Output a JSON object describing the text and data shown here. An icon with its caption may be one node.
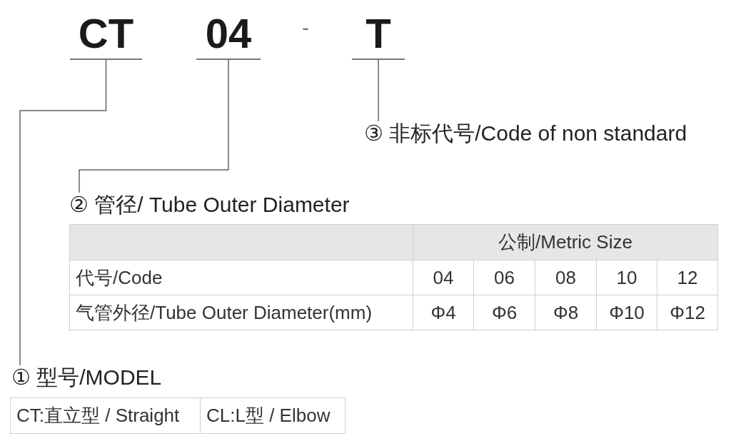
{
  "diagram": {
    "nodes": [
      {
        "text": [
          "CT"
        ]
      },
      {
        "text": [
          "04"
        ]
      },
      {
        "text": [
          "T"
        ]
      },
      {
        "text": [
          "③ 非标代号/Code of non standard"
        ]
      },
      {
        "text": [
          "② 管径/ Tube Outer Diameter"
        ]
      },
      {
        "text": [
          "① 型号/MODEL"
        ]
      }
    ],
    "edges": [
      {
        "from": 0,
        "to": 5,
        "arrow": "none"
      },
      {
        "from": 1,
        "to": 4,
        "arrow": "none"
      },
      {
        "from": 2,
        "to": 3,
        "arrow": "none"
      }
    ],
    "labels": [
      "-",
      "公制/Metric Size",
      "代号/Code",
      "04",
      "06",
      "08",
      "10",
      "12",
      "气管外径/Tube Outer Diameter(mm)",
      "Φ4",
      "Φ6",
      "Φ8",
      "Φ10",
      "Φ12",
      "CT:直立型 / Straight",
      "CL:L型 / Elbow"
    ]
  }
}
